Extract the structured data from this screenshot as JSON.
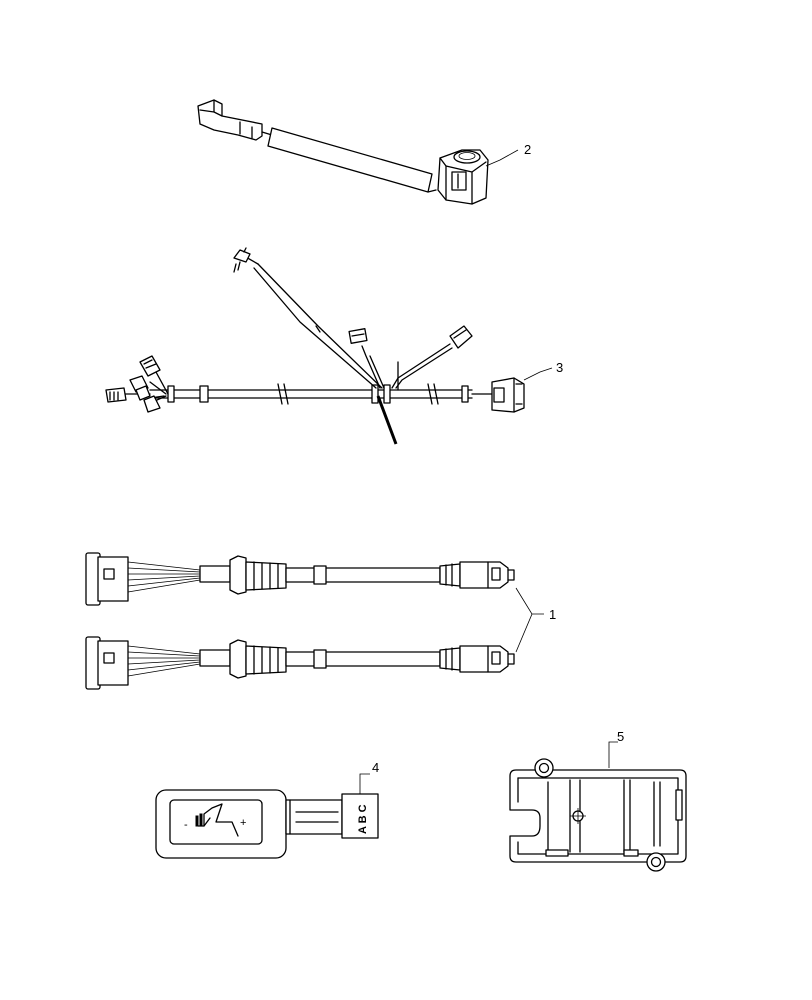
{
  "callouts": {
    "part_1": "1",
    "part_2": "2",
    "part_3": "3",
    "part_4": "4",
    "part_5": "5"
  },
  "switch": {
    "minus_symbol": "-",
    "plus_symbol": "+",
    "terminal_letters": "A B C"
  }
}
